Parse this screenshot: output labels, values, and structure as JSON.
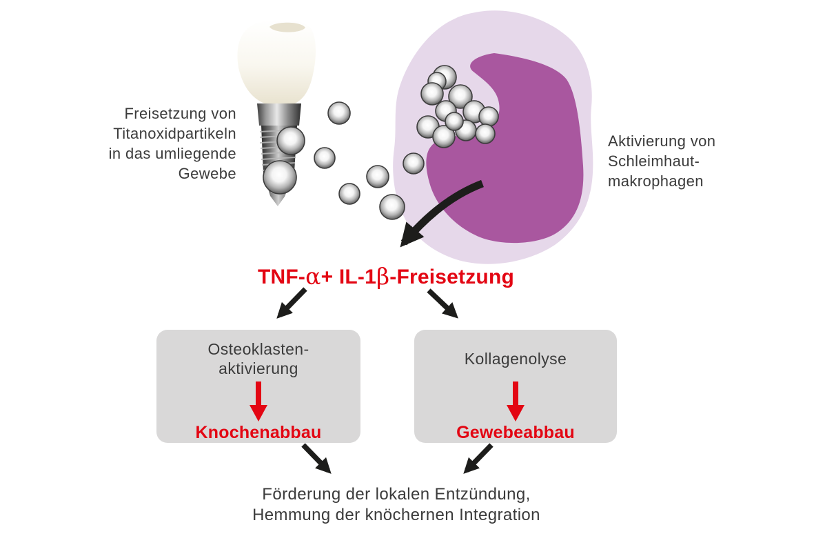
{
  "labels": {
    "implant": "Freisetzung von\nTitanoxidpartikeln\nin das umliegende\nGewebe",
    "macrophage": "Aktivierung von\nSchleimhaut-\nmakrophagen"
  },
  "title": {
    "parts": [
      "TNF-",
      "α",
      " + IL-1",
      "β",
      "-Freisetzung"
    ]
  },
  "boxes": {
    "left": {
      "heading": "Osteoklasten-\naktivierung",
      "result": "Knochenabbau"
    },
    "right": {
      "heading": "Kollagenolyse",
      "result": "Gewebeabbau"
    }
  },
  "footer": "Förderung der lokalen Entzündung,\nHemmung der knöchernen Integration",
  "icons": {
    "curved_arrow": "curved-black-arrow pointing from macrophage to cytokine text",
    "black_arrow": "straight black flow arrow",
    "red_down_arrow": "red downward arrow inside result boxes",
    "titanium_particle": "gray metallic sphere",
    "dental_implant": "tooth crown on threaded implant screw",
    "macrophage": "purple mucosal macrophage cell"
  },
  "colors": {
    "red": "#e30613",
    "text": "#3b3b3b",
    "box_bg": "#d9d8d8",
    "arrow_black": "#1d1d1b",
    "macrophage_outer": "#e6d8ea",
    "macrophage_inner": "#a9579f",
    "particle_rim": "#3c3c3c"
  },
  "illustration": {
    "particles": [
      [
        492,
        164,
        16
      ],
      [
        422,
        204,
        20
      ],
      [
        471,
        229,
        15
      ],
      [
        406,
        257,
        24
      ],
      [
        548,
        256,
        16
      ],
      [
        600,
        237,
        15
      ],
      [
        507,
        281,
        15
      ],
      [
        569,
        300,
        18
      ],
      [
        645,
        112,
        17
      ],
      [
        634,
        118,
        13
      ],
      [
        627,
        136,
        16
      ],
      [
        668,
        140,
        17
      ],
      [
        647,
        161,
        15
      ],
      [
        688,
        162,
        16
      ],
      [
        709,
        169,
        14
      ],
      [
        621,
        184,
        16
      ],
      [
        644,
        198,
        16
      ],
      [
        676,
        189,
        15
      ],
      [
        704,
        194,
        14
      ],
      [
        659,
        176,
        13
      ]
    ]
  }
}
